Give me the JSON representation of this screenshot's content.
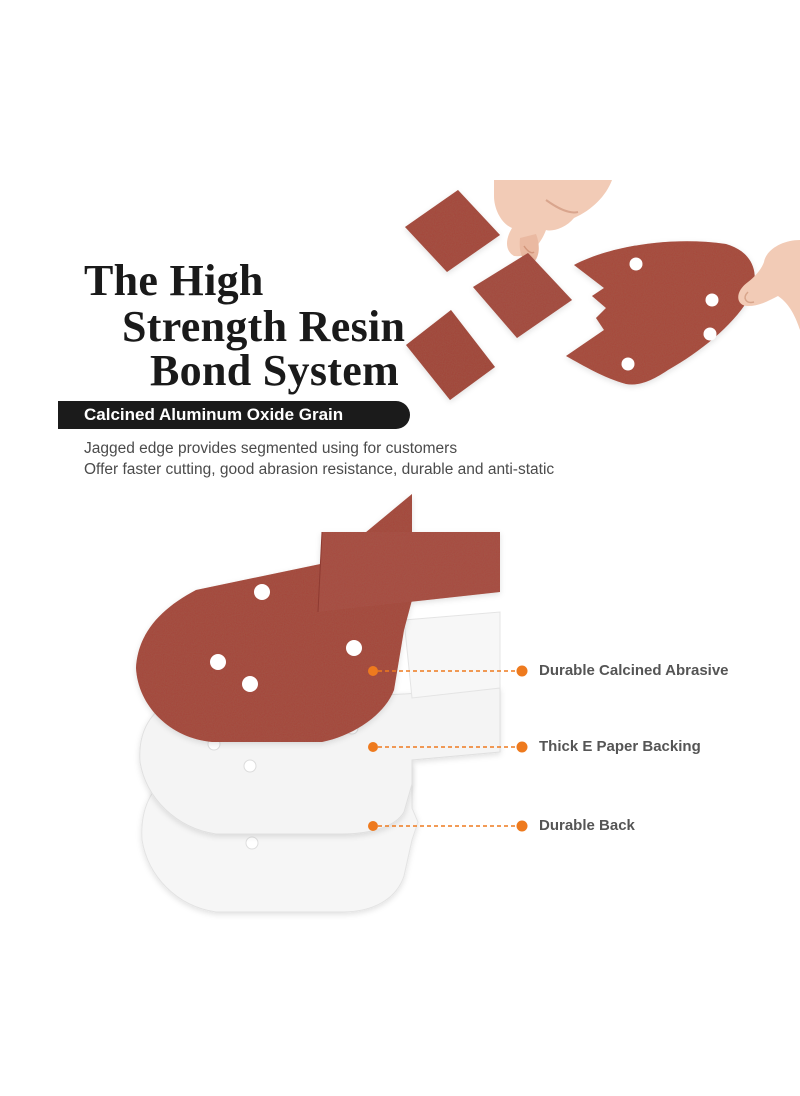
{
  "headline": {
    "line1": "The High",
    "line2": "Strength Resin",
    "line3": "Bond System"
  },
  "banner": {
    "text": "Calcined Aluminum Oxide Grain"
  },
  "description": {
    "line1": "Jagged edge provides segmented using for customers",
    "line2": "Offer faster cutting, good abrasion resistance, durable and anti-static"
  },
  "callouts": [
    {
      "label": "Durable Calcined Abrasive"
    },
    {
      "label": "Thick E Paper Backing"
    },
    {
      "label": "Durable Back"
    }
  ],
  "colors": {
    "abrasive": "#a6453a",
    "abrasive_dark": "#8a3328",
    "backing": "#f3f3f3",
    "callout_dot": "#ee7a1e",
    "banner_bg": "#1b1b1b",
    "skin": "#f1c9b4"
  }
}
